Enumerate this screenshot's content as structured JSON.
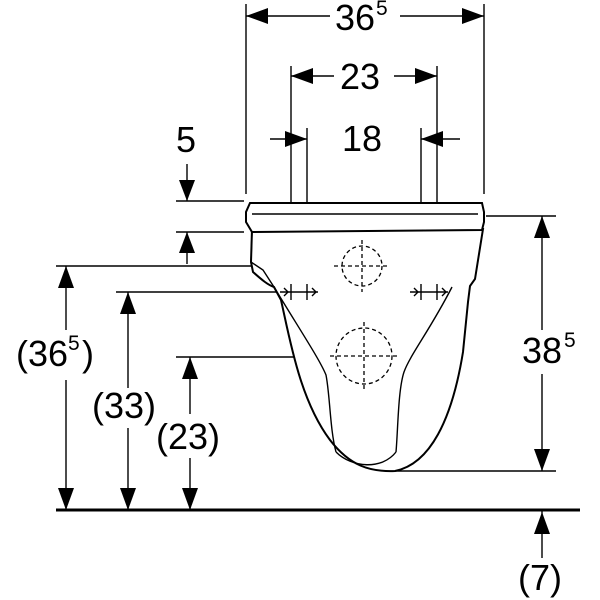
{
  "dimensions": {
    "overall_width": {
      "main": "36",
      "sup": "5"
    },
    "fixing_width": "23",
    "connection_width": "18",
    "seat_thickness": "5",
    "height_left_outer": {
      "open": "(",
      "main": "36",
      "sup": "5",
      "close": ")"
    },
    "height_fixing": "(33)",
    "height_drain": "(23)",
    "projection_depth": {
      "main": "38",
      "sup": "5"
    },
    "floor_offset": "(7)"
  }
}
